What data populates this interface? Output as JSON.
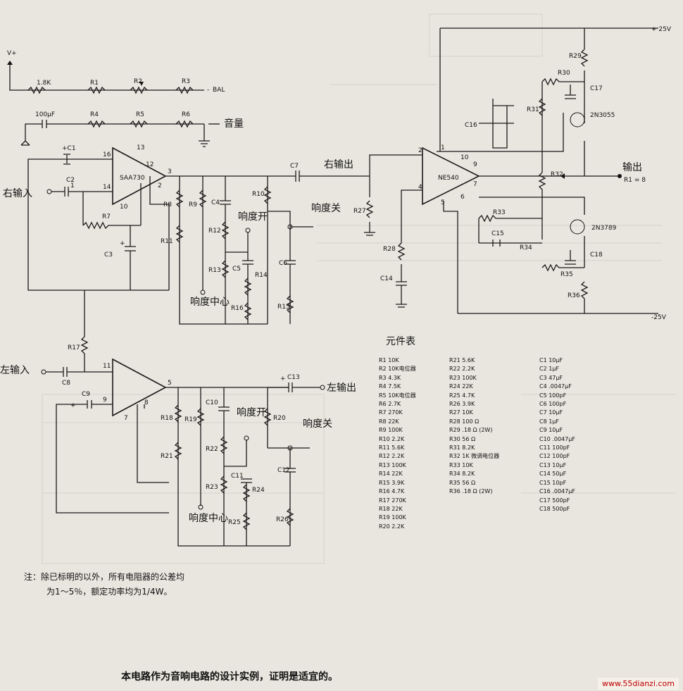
{
  "supply": {
    "vplus": "V+",
    "pos": "+ 25V",
    "neg": "-25V"
  },
  "labels": {
    "bal": "BAL",
    "volume": "音量",
    "right_in": "右输入",
    "left_in": "左输入",
    "right_out": "右输出",
    "left_out": "左输出",
    "out": "输出",
    "load": "R1 = 8",
    "loud_on": "响度开",
    "loud_off": "响度关",
    "loud_center": "响度中心",
    "ic1": "SAA730",
    "ic3": "NE540",
    "q1": "2N3055",
    "q2": "2N3789"
  },
  "top_parts": {
    "r1k8": "1.8K",
    "c100": "100μF",
    "r1": "R1",
    "r2": "R2",
    "r3": "R3",
    "r4": "R4",
    "r5": "R5",
    "r6": "R6"
  },
  "bom": {
    "title": "元件表",
    "col1": [
      "R1 10K",
      "R2 10K电位器",
      "R3 4.3K",
      "R4 7.5K",
      "R5 10K电位器",
      "R6 2.7K",
      "R7 270K",
      "R8 22K",
      "R9 100K",
      "R10 2.2K",
      "R11 5.6K",
      "R12 2.2K",
      "R13 100K",
      "R14 22K",
      "R15 3.9K",
      "R16 4.7K",
      "R17 270K",
      "R18 22K",
      "R19 100K",
      "R20 2.2K"
    ],
    "col2": [
      "R21 5.6K",
      "R22 2.2K",
      "R23 100K",
      "R24 22K",
      "R25 4.7K",
      "R26 3.9K",
      "R27 10K",
      "R28 100 Ω",
      "R29 .18 Ω (2W)",
      "R30 56 Ω",
      "R31 8.2K",
      "R32 1K 微调电位器",
      "R33 10K",
      "R34 8.2K",
      "R35 56 Ω",
      "R36 .18 Ω (2W)"
    ],
    "col3": [
      "C1 10μF",
      "C2 1μF",
      "C3 47μF",
      "C4 .0047μF",
      "C5 100pF",
      "C6 100pF",
      "C7 10μF",
      "C8 1μF",
      "C9 10μF",
      "C10 .0047μF",
      "C11 100pF",
      "C12 100pF",
      "C13 10μF",
      "C14 50μF",
      "C15 10pF",
      "C16 .0047μF",
      "C17 500pF",
      "C18 500pF"
    ]
  },
  "note": {
    "line1": "注：除已标明的以外，所有电阻器的公差均",
    "line2": "为1～5％，额定功率均为1/4W。"
  },
  "caption": "本电路作为音响电路的设计实例，证明是适宜的。",
  "watermark": "www.55dianzi.com"
}
